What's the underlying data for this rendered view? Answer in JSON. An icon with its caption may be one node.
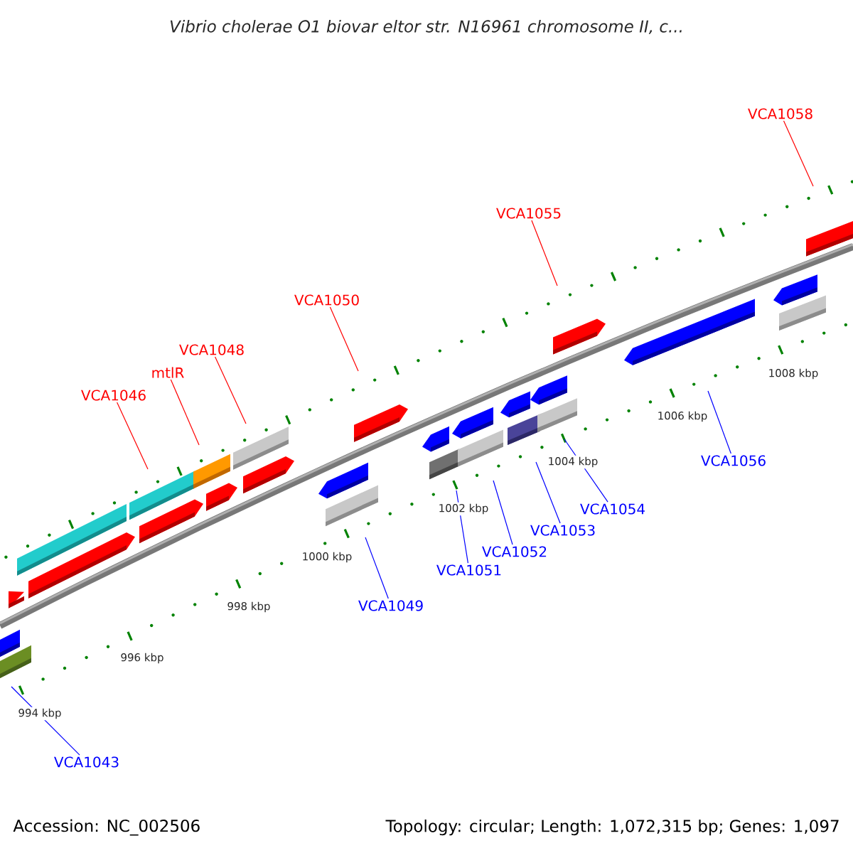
{
  "diagram": {
    "title": "Vibrio cholerae O1 biovar eltor str. N16961 chromosome II, c...",
    "nodes": [
      {
        "text": [
          "VCA1058"
        ]
      },
      {
        "text": [
          "VCA1055"
        ]
      },
      {
        "text": [
          "VCA1050"
        ]
      },
      {
        "text": [
          "VCA1048"
        ]
      },
      {
        "text": [
          "mtlR"
        ]
      },
      {
        "text": [
          "VCA1046"
        ]
      },
      {
        "text": [
          "VCA1056"
        ]
      },
      {
        "text": [
          "VCA1054"
        ]
      },
      {
        "text": [
          "VCA1053"
        ]
      },
      {
        "text": [
          "VCA1052"
        ]
      },
      {
        "text": [
          "VCA1051"
        ]
      },
      {
        "text": [
          "VCA1049"
        ]
      },
      {
        "text": [
          "VCA1043"
        ]
      }
    ],
    "edges": [
      {
        "from": 0,
        "to": null,
        "arrow": "none",
        "color": "#ff0000"
      },
      {
        "from": 1,
        "to": null,
        "arrow": "none",
        "color": "#ff0000"
      },
      {
        "from": 2,
        "to": null,
        "arrow": "none",
        "color": "#ff0000"
      },
      {
        "from": 3,
        "to": null,
        "arrow": "none",
        "color": "#ff0000"
      },
      {
        "from": 4,
        "to": null,
        "arrow": "none",
        "color": "#ff0000"
      },
      {
        "from": 5,
        "to": null,
        "arrow": "none",
        "color": "#ff0000"
      },
      {
        "from": 6,
        "to": null,
        "arrow": "none",
        "color": "#0000ff"
      },
      {
        "from": 7,
        "to": null,
        "arrow": "none",
        "color": "#0000ff"
      },
      {
        "from": 8,
        "to": null,
        "arrow": "none",
        "color": "#0000ff"
      },
      {
        "from": 9,
        "to": null,
        "arrow": "none",
        "color": "#0000ff"
      },
      {
        "from": 10,
        "to": null,
        "arrow": "none",
        "color": "#0000ff"
      },
      {
        "from": 11,
        "to": null,
        "arrow": "none",
        "color": "#0000ff"
      },
      {
        "from": 12,
        "to": null,
        "arrow": "none",
        "color": "#0000ff"
      }
    ],
    "labels": [
      "1008 kbp",
      "1006 kbp",
      "1004 kbp",
      "1002 kbp",
      "1000 kbp",
      "998 kbp",
      "996 kbp",
      "994 kbp",
      "Accession: NC_002506",
      "Topology: circular; Length: 1,072,315 bp; Genes: 1,097"
    ]
  }
}
